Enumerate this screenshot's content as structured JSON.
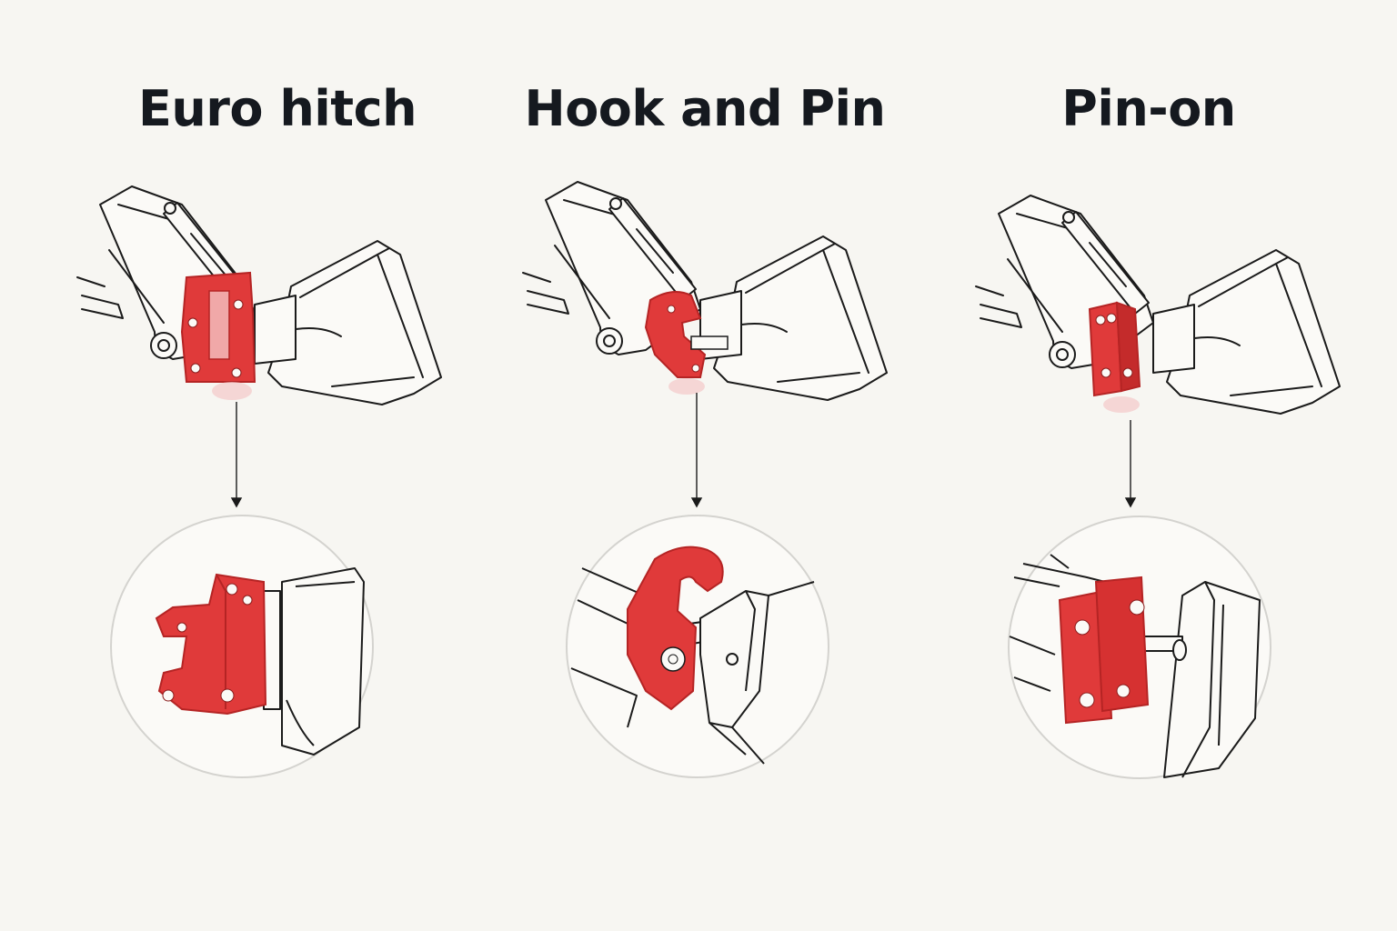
{
  "panels": [
    {
      "title": "Euro hitch"
    },
    {
      "title": "Hook and Pin"
    },
    {
      "title": "Pin-on"
    }
  ],
  "colors": {
    "background": "#f7f6f2",
    "title": "#15191f",
    "outline": "#1b1b1b",
    "highlight": "#e03a3a",
    "highlight_shadow": "#b52424",
    "loupe_ring": "#d4d3cf"
  }
}
